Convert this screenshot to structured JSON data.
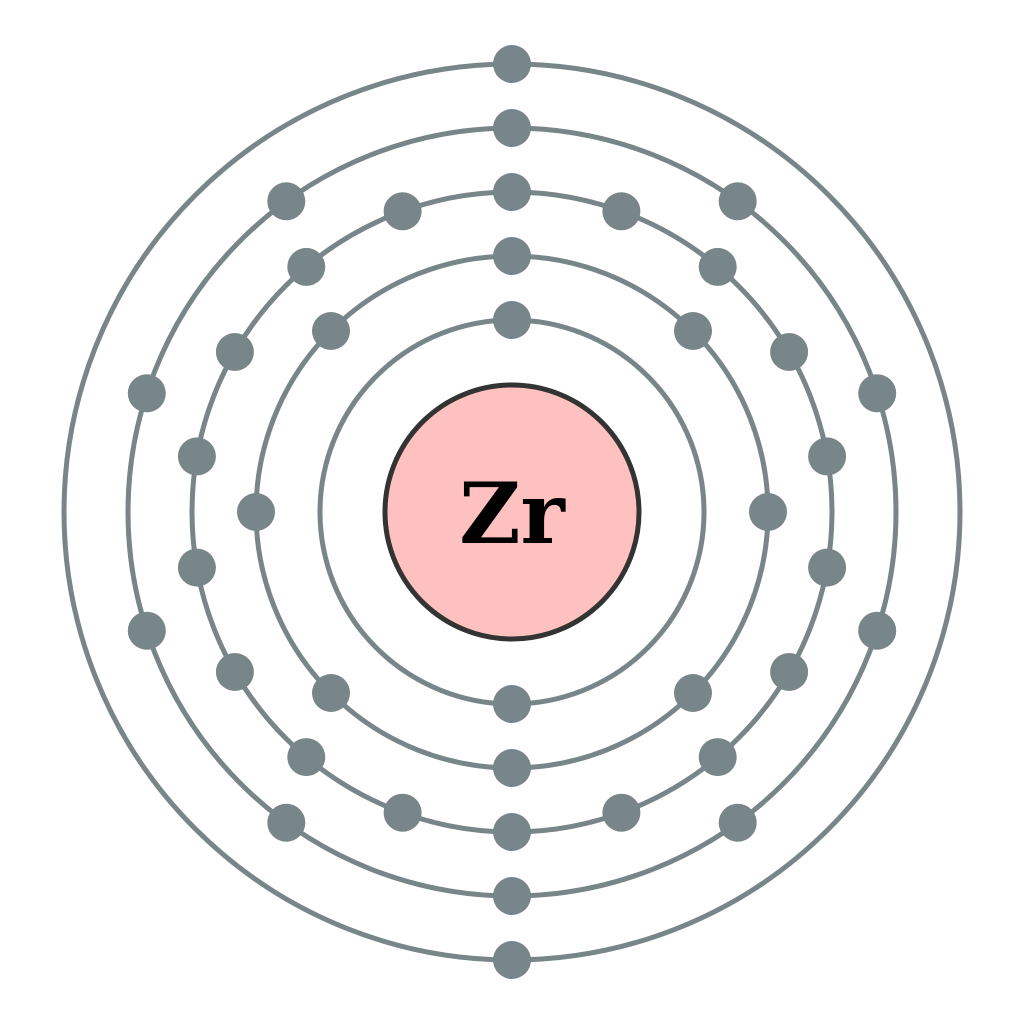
{
  "element": {
    "symbol": "Zr"
  },
  "shells": [
    {
      "electrons": 2
    },
    {
      "electrons": 8
    },
    {
      "electrons": 18
    },
    {
      "electrons": 10
    },
    {
      "electrons": 2
    }
  ],
  "colors": {
    "nucleus_fill": "#ffc0c0",
    "nucleus_stroke": "#333333",
    "orbit": "#788589",
    "electron": "#788589",
    "text": "#000000"
  }
}
